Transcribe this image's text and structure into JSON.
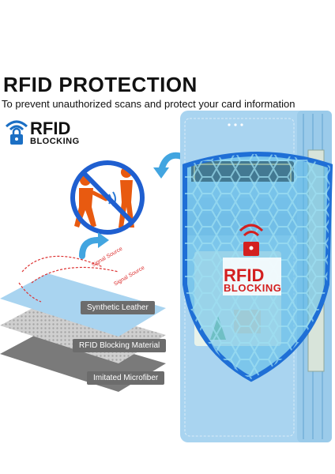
{
  "header": {
    "title": "RFID PROTECTION",
    "subtitle": "To prevent unauthorized scans and protect your card information"
  },
  "badge": {
    "title": "RFID",
    "subtitle": "BLOCKING"
  },
  "shield": {
    "title": "RFID",
    "subtitle": "BLOCKING"
  },
  "layers": [
    {
      "label": "Synthetic Leather"
    },
    {
      "label": "RFID Blocking Material"
    },
    {
      "label": "Imitated Microfiber"
    }
  ],
  "signal": {
    "label_1": "Signal Source",
    "label_2": "Signal Source"
  },
  "colors": {
    "wallet_blue": "#a9d4f0",
    "shield_blue": "#1f6fd6",
    "alert_red": "#d32020",
    "icon_blue": "#1b6fc4"
  }
}
